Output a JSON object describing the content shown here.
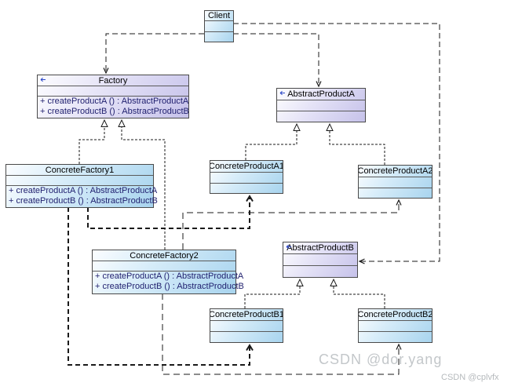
{
  "diagram": {
    "classes": [
      {
        "name": "Client",
        "stereotype": "class",
        "methods": []
      },
      {
        "name": "Factory",
        "stereotype": "interface",
        "methods": [
          "+ createProductA () : AbstractProductA",
          "+ createProductB () : AbstractProductB"
        ]
      },
      {
        "name": "AbstractProductA",
        "stereotype": "interface",
        "methods": []
      },
      {
        "name": "ConcreteFactory1",
        "stereotype": "class",
        "methods": [
          "+ createProductA () : AbstractProductA",
          "+ createProductB () : AbstractProductB"
        ]
      },
      {
        "name": "ConcreteProductA1",
        "stereotype": "class",
        "methods": []
      },
      {
        "name": "ConcreteProductA2",
        "stereotype": "class",
        "methods": []
      },
      {
        "name": "AbstractProductB",
        "stereotype": "interface",
        "methods": []
      },
      {
        "name": "ConcreteFactory2",
        "stereotype": "class",
        "methods": [
          "+ createProductA () : AbstractProductA",
          "+ createProductB () : AbstractProductB"
        ]
      },
      {
        "name": "ConcreteProductB1",
        "stereotype": "class",
        "methods": []
      },
      {
        "name": "ConcreteProductB2",
        "stereotype": "class",
        "methods": []
      }
    ],
    "watermarks": {
      "primary": "CSDN @dor.yang",
      "secondary": "CSDN @cplvfx"
    },
    "colors": {
      "class_fill_end": "#a8d4ee",
      "interface_fill_end": "#c6c2ea",
      "line": "#1a1a1a",
      "method_text": "#1f1f6e",
      "watermark": "#c3c7ca"
    }
  }
}
